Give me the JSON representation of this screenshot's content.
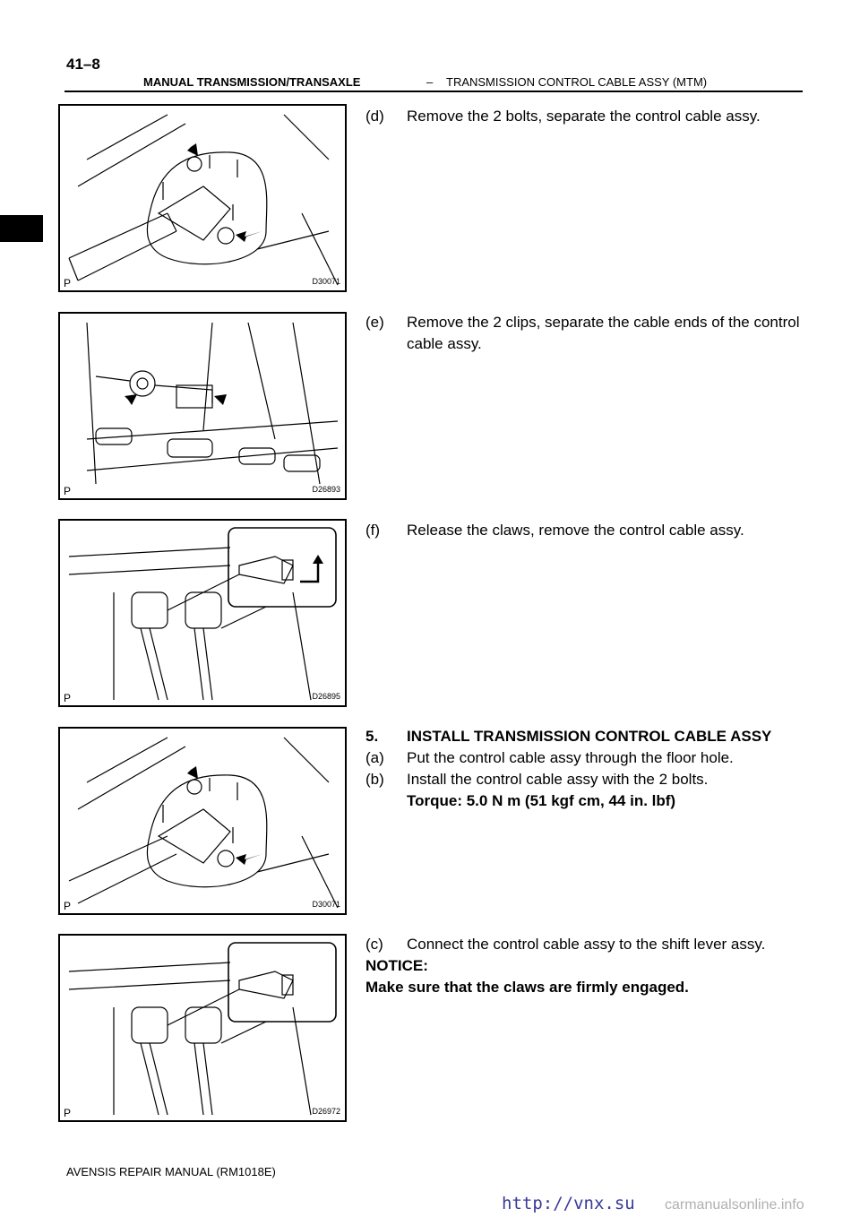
{
  "header": {
    "page_number": "41–8",
    "section": "MANUAL TRANSMISSION/TRANSAXLE",
    "dash": "–",
    "subsection": "TRANSMISSION CONTROL CABLE ASSY (MTM)"
  },
  "figures": [
    {
      "p_label": "P",
      "code": "D30071"
    },
    {
      "p_label": "P",
      "code": "D26893"
    },
    {
      "p_label": "P",
      "code": "D26895"
    },
    {
      "p_label": "P",
      "code": "D30071"
    },
    {
      "p_label": "P",
      "code": "D26972"
    }
  ],
  "steps": {
    "d": {
      "label": "(d)",
      "text": "Remove the 2 bolts, separate the control cable assy."
    },
    "e": {
      "label": "(e)",
      "text": "Remove the 2 clips, separate the cable ends of the control cable assy."
    },
    "f": {
      "label": "(f)",
      "text": "Release the claws, remove the control cable assy."
    },
    "install_heading": {
      "label": "5.",
      "text": "INSTALL TRANSMISSION CONTROL CABLE ASSY"
    },
    "a": {
      "label": "(a)",
      "text": "Put the control cable assy through the floor hole."
    },
    "b": {
      "label": "(b)",
      "text": "Install the control cable assy with the 2 bolts."
    },
    "torque": "Torque: 5.0 N m (51 kgf cm, 44 in. lbf)",
    "c": {
      "label": "(c)",
      "text": "Connect the control cable assy to the shift lever assy."
    },
    "notice_label": "NOTICE:",
    "notice_text": "Make sure that the claws are firmly engaged."
  },
  "footer": "AVENSIS REPAIR MANUAL   (RM1018E)",
  "watermarks": {
    "left": "http://vnx.su",
    "right": "carmanualsonline.info"
  }
}
